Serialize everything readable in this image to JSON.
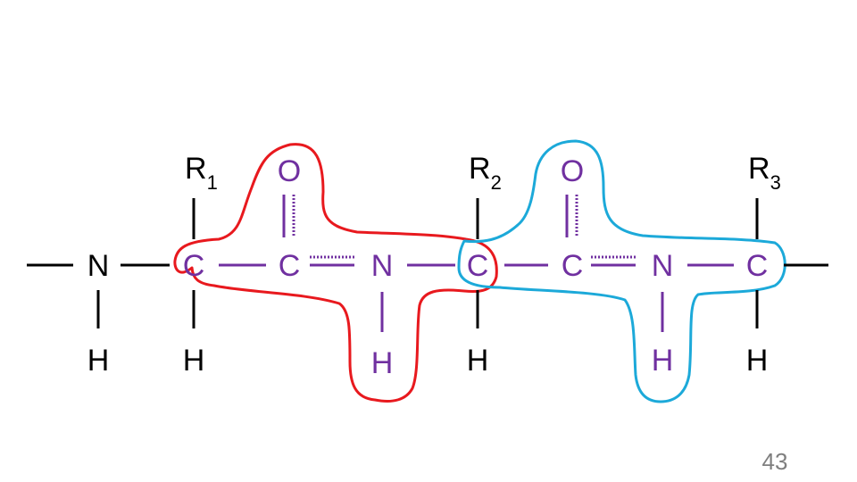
{
  "colors": {
    "black": "#000000",
    "purple": "#7030a0",
    "residue1_outline": "#e8191e",
    "residue2_outline": "#1ca9d9",
    "page_number": "#7f7f7f"
  },
  "atoms": {
    "n1": "N",
    "h_n1": "H",
    "ca1": "C",
    "r1": "R",
    "r1_sub": "1",
    "h_ca1": "H",
    "c1": "C",
    "o1": "O",
    "n2": "N",
    "h_n2": "H",
    "ca2": "C",
    "r2": "R",
    "r2_sub": "2",
    "h_ca2": "H",
    "c2": "C",
    "o2": "O",
    "n3": "N",
    "h_n3": "H",
    "ca3": "C",
    "r3": "R",
    "r3_sub": "3",
    "h_ca3": "H"
  },
  "page_number": "43"
}
